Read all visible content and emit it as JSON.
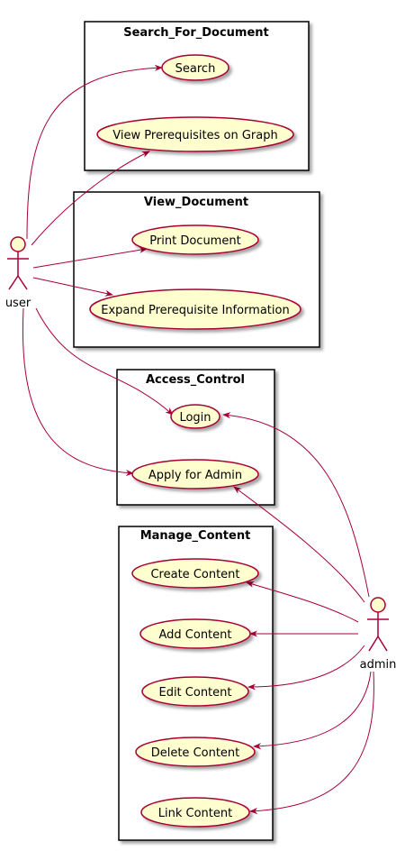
{
  "colors": {
    "usecase_fill": "#FEFECE",
    "line": "#A80036",
    "package_border": "#000000",
    "background": "#FFFFFF"
  },
  "actors": {
    "user": "user",
    "admin": "admin"
  },
  "packages": {
    "search": "Search_For_Document",
    "view": "View_Document",
    "access": "Access_Control",
    "manage": "Manage_Content"
  },
  "usecases": {
    "search": "Search",
    "view_prereq_graph": "View Prerequisites on Graph",
    "print_document": "Print Document",
    "expand_prereq_info": "Expand Prerequisite Information",
    "login": "Login",
    "apply_admin": "Apply for Admin",
    "create_content": "Create Content",
    "add_content": "Add Content",
    "edit_content": "Edit Content",
    "delete_content": "Delete Content",
    "link_content": "Link Content"
  }
}
